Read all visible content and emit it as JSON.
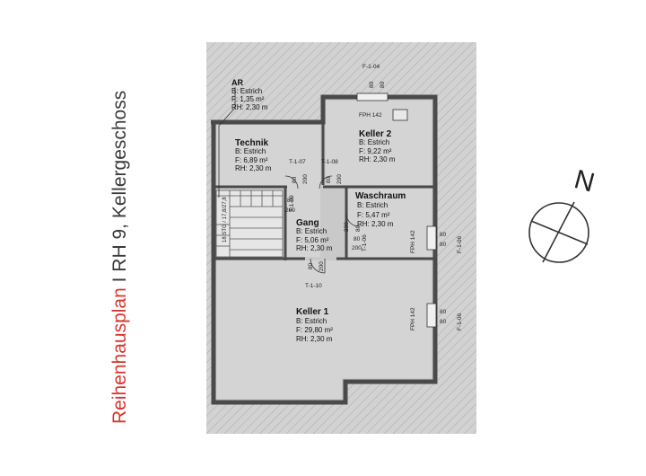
{
  "title": {
    "part1": "Reihenhausplan",
    "separator": " I ",
    "part2": "RH 9, Kellergeschoss",
    "color_part1": "#d9342b",
    "color_part2": "#3a3a3a"
  },
  "north": {
    "label": "N"
  },
  "rooms": [
    {
      "name": "AR",
      "floor": "B: Estrich",
      "area": "F:   1,35 m²",
      "height": "RH: 2,30 m"
    },
    {
      "name": "Technik",
      "floor": "B: Estrich",
      "area": "F:   6,89 m²",
      "height": "RH: 2,30 m"
    },
    {
      "name": "Keller 2",
      "floor": "B: Estrich",
      "area": "F:   9,22 m²",
      "height": "RH: 2,30 m"
    },
    {
      "name": "Waschraum",
      "floor": "B: Estrich",
      "area": "F:          5,47 m²",
      "height": "RH:        2,30 m"
    },
    {
      "name": "Gang",
      "floor": "B: Estrich",
      "area": "F:   5,06 m²",
      "height": "RH: 2,30 m"
    },
    {
      "name": "Keller 1",
      "floor": "B: Estrich",
      "area": "F:  29,80 m²",
      "height": "RH: 2,30 m"
    }
  ],
  "labels": {
    "f104": "F-1-04",
    "d80a": "80",
    "d80b": "80",
    "fph_top": "FPH 142",
    "t107": "T-1-07",
    "t108": "T-1-08",
    "t109": "T-1-09",
    "t110": "T-1-10",
    "d80_t107": "80",
    "d200_t107": "200",
    "d80_t108": "80",
    "d200_t108": "200",
    "d80_t109": "80",
    "d200_t109": "200",
    "d80_gang": "80",
    "d200_gang": "200",
    "d80_wasch": "80",
    "d200_wasch": "200",
    "d80_t110": "80",
    "d200_t110": "200",
    "t106": "T-1-06",
    "fph_w1": "FPH 142",
    "fph_w2": "FPH 142",
    "d80_w1a": "80",
    "d80_w1b": "80",
    "d80_w2a": "80",
    "d80_w2b": "80",
    "f106": "F-1-06",
    "f108": "F-1-06",
    "stairs": "18 STG / 17,8/27,8"
  }
}
